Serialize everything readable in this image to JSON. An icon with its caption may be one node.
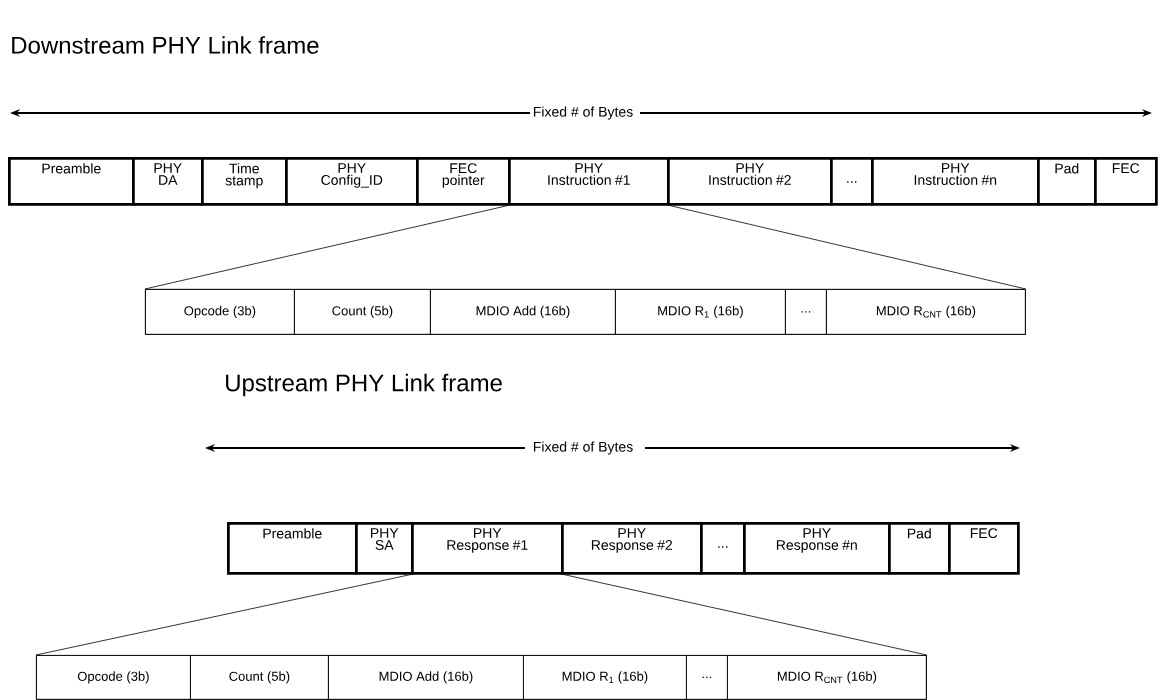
{
  "diagram": {
    "nodes": [
      {
        "text": [],
        "shape": "box"
      },
      {
        "text": [
          "Preamble"
        ],
        "in": 0
      },
      {
        "text": [
          "PHY DA"
        ],
        "in": 0
      },
      {
        "text": [
          "Time stamp"
        ],
        "in": 0
      },
      {
        "text": [
          "PHY Config_ID"
        ],
        "in": 0
      },
      {
        "text": [
          "FEC pointer"
        ],
        "in": 0
      },
      {
        "text": [
          "PHY Instruction #1"
        ],
        "in": 0
      },
      {
        "text": [
          "PHY Instruction #2"
        ],
        "in": 0
      },
      {
        "text": [
          "..."
        ],
        "in": 0
      },
      {
        "text": [
          "PHY Instruction #n"
        ],
        "in": 0
      },
      {
        "text": [
          "Pad"
        ],
        "in": 0
      },
      {
        "text": [
          "FEC"
        ],
        "in": 0
      },
      {
        "text": [],
        "shape": "box"
      },
      {
        "text": [
          "Opcode (3b)"
        ],
        "in": 12
      },
      {
        "text": [
          "Count (5b)"
        ],
        "in": 12
      },
      {
        "text": [
          "MDIO Add (16b)"
        ],
        "in": 12
      },
      {
        "text": [
          "MDIO R$_{1}$ (16b)"
        ],
        "in": 12
      },
      {
        "text": [
          "..."
        ],
        "in": 12
      },
      {
        "text": [
          "MDIO R$_{CNT}$ (16b)"
        ],
        "in": 12
      },
      {
        "text": [],
        "shape": "box"
      },
      {
        "text": [
          "Preamble"
        ],
        "in": 19
      },
      {
        "text": [
          "PHY SA"
        ],
        "in": 19
      },
      {
        "text": [
          "PHY Response #1"
        ],
        "in": 19
      },
      {
        "text": [
          "PHY Response #2"
        ],
        "in": 19
      },
      {
        "text": [
          "..."
        ],
        "in": 19
      },
      {
        "text": [
          "PHY Response #n"
        ],
        "in": 19
      },
      {
        "text": [
          "Pad"
        ],
        "in": 19
      },
      {
        "text": [
          "FEC"
        ],
        "in": 19
      },
      {
        "text": [],
        "shape": "box"
      },
      {
        "text": [
          "Opcode (3b)"
        ],
        "in": 28
      },
      {
        "text": [
          "Count (5b)"
        ],
        "in": 28
      },
      {
        "text": [
          "MDIO Add (16b)"
        ],
        "in": 28
      },
      {
        "text": [
          "MDIO R$_{1}$ (16b)"
        ],
        "in": 28
      },
      {
        "text": [
          "..."
        ],
        "in": 28
      },
      {
        "text": [
          "MDIO R$_{CNT}$ (16b)"
        ],
        "in": 28
      }
    ],
    "edges": [
      {
        "from": 6,
        "to": 12,
        "arrow": "none"
      },
      {
        "from": 6,
        "to": 12,
        "arrow": "none"
      },
      {
        "from": 22,
        "to": 28,
        "arrow": "none"
      },
      {
        "from": 22,
        "to": 28,
        "arrow": "none"
      }
    ],
    "labels": [
      "Downstream PHY Link frame",
      "Fixed # of Bytes",
      "Upstream PHY Link frame",
      "Fixed # of Bytes"
    ]
  }
}
